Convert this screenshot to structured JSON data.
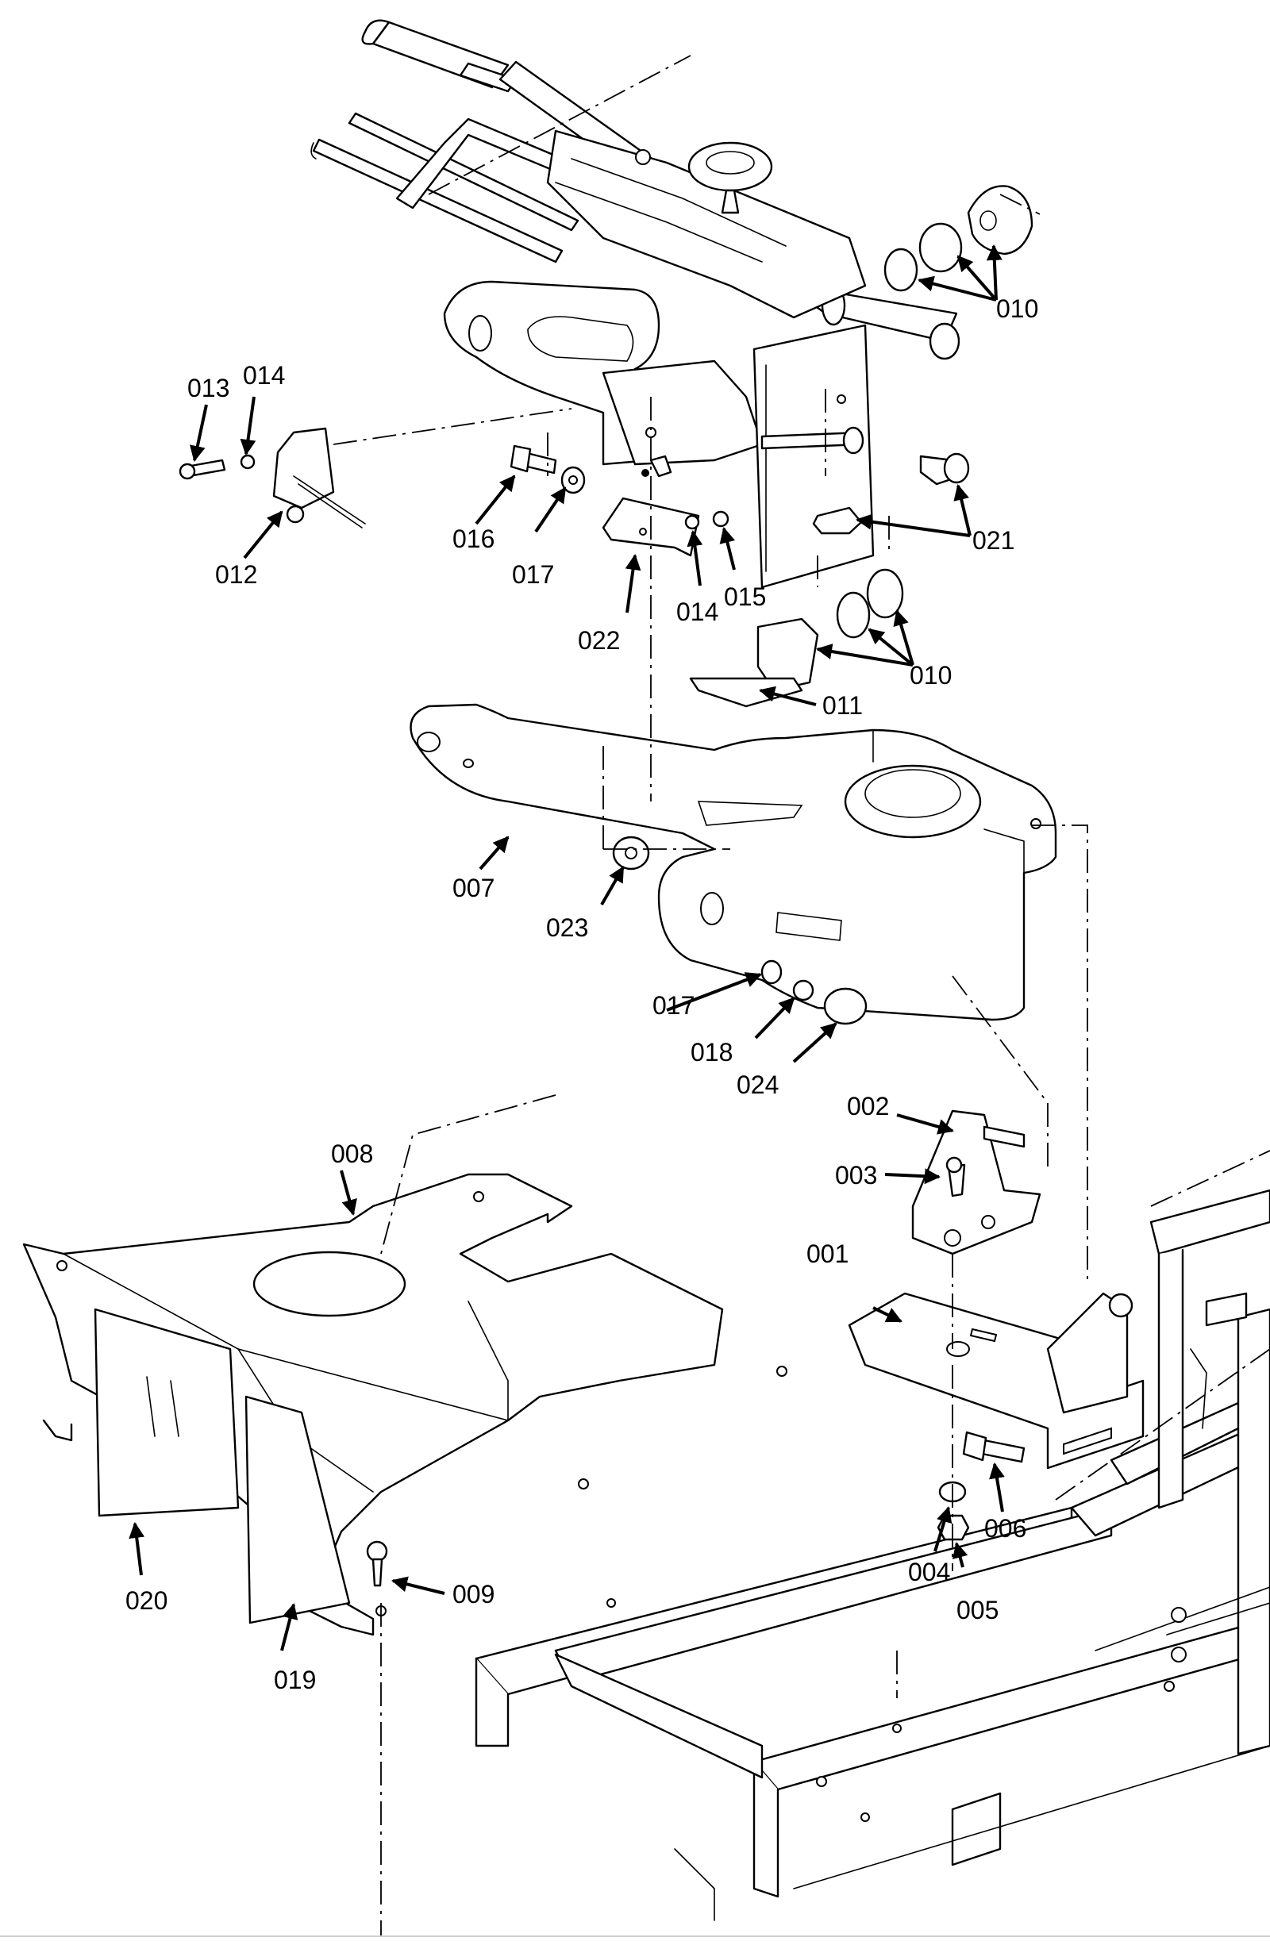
{
  "callouts": [
    {
      "id": "c001",
      "text": "001"
    },
    {
      "id": "c002",
      "text": "002"
    },
    {
      "id": "c003",
      "text": "003"
    },
    {
      "id": "c004",
      "text": "004"
    },
    {
      "id": "c005",
      "text": "005"
    },
    {
      "id": "c006",
      "text": "006"
    },
    {
      "id": "c007",
      "text": "007"
    },
    {
      "id": "c008",
      "text": "008"
    },
    {
      "id": "c009",
      "text": "009"
    },
    {
      "id": "c010a",
      "text": "010"
    },
    {
      "id": "c010b",
      "text": "010"
    },
    {
      "id": "c011",
      "text": "011"
    },
    {
      "id": "c012",
      "text": "012"
    },
    {
      "id": "c013",
      "text": "013"
    },
    {
      "id": "c014a",
      "text": "014"
    },
    {
      "id": "c014b",
      "text": "014"
    },
    {
      "id": "c015",
      "text": "015"
    },
    {
      "id": "c016",
      "text": "016"
    },
    {
      "id": "c017a",
      "text": "017"
    },
    {
      "id": "c017b",
      "text": "017"
    },
    {
      "id": "c018",
      "text": "018"
    },
    {
      "id": "c019",
      "text": "019"
    },
    {
      "id": "c020",
      "text": "020"
    },
    {
      "id": "c021",
      "text": "021"
    },
    {
      "id": "c022",
      "text": "022"
    },
    {
      "id": "c023",
      "text": "023"
    },
    {
      "id": "c024",
      "text": "024"
    }
  ],
  "colors": {
    "line": "#000000",
    "background": "#ffffff"
  }
}
